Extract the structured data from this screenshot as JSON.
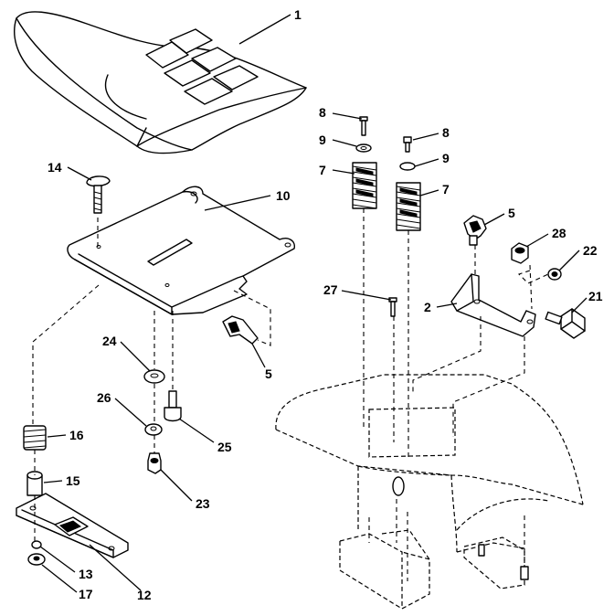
{
  "labels": [
    {
      "id": "1",
      "text": "1"
    },
    {
      "id": "14",
      "text": "14"
    },
    {
      "id": "10",
      "text": "10"
    },
    {
      "id": "8a",
      "text": "8"
    },
    {
      "id": "9a",
      "text": "9"
    },
    {
      "id": "7a",
      "text": "7"
    },
    {
      "id": "8b",
      "text": "8"
    },
    {
      "id": "9b",
      "text": "9"
    },
    {
      "id": "7b",
      "text": "7"
    },
    {
      "id": "5a",
      "text": "5"
    },
    {
      "id": "28",
      "text": "28"
    },
    {
      "id": "22",
      "text": "22"
    },
    {
      "id": "27",
      "text": "27"
    },
    {
      "id": "2",
      "text": "2"
    },
    {
      "id": "21",
      "text": "21"
    },
    {
      "id": "24",
      "text": "24"
    },
    {
      "id": "5b",
      "text": "5"
    },
    {
      "id": "26",
      "text": "26"
    },
    {
      "id": "25",
      "text": "25"
    },
    {
      "id": "16",
      "text": "16"
    },
    {
      "id": "15",
      "text": "15"
    },
    {
      "id": "23",
      "text": "23"
    },
    {
      "id": "13",
      "text": "13"
    },
    {
      "id": "17",
      "text": "17"
    },
    {
      "id": "12",
      "text": "12"
    }
  ]
}
